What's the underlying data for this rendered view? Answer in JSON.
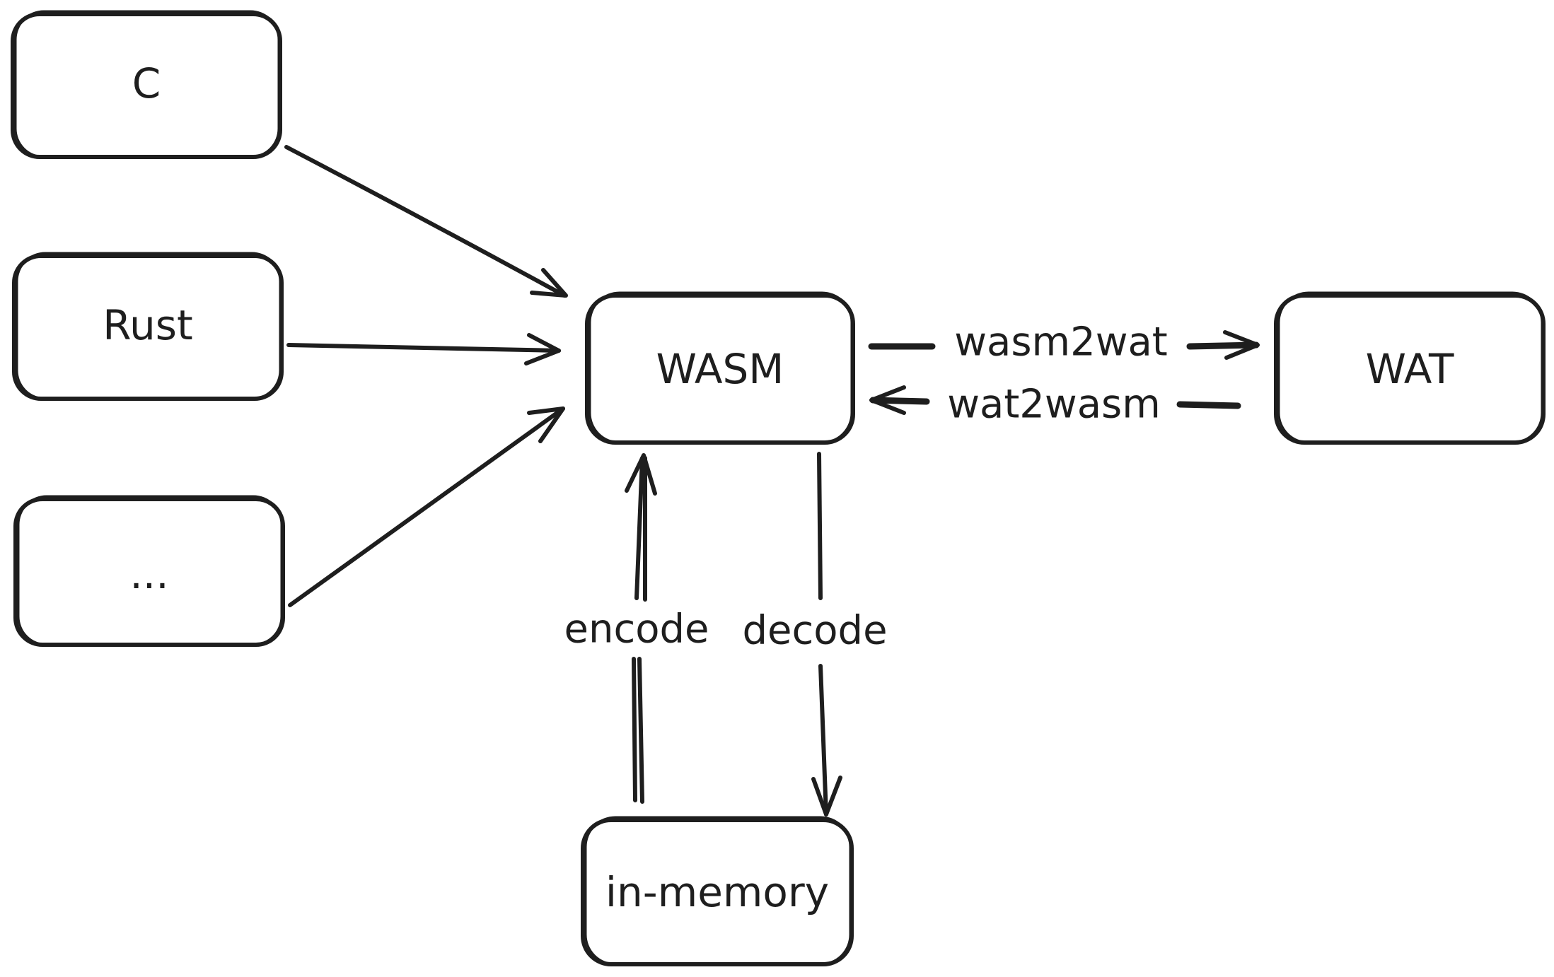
{
  "nodes": {
    "c": "C",
    "rust": "Rust",
    "other": "...",
    "wasm": "WASM",
    "wat": "WAT",
    "in_memory": "in-memory"
  },
  "edges": {
    "wasm_to_wat": "wasm2wat",
    "wat_to_wasm": "wat2wasm",
    "encode": "encode",
    "decode": "decode"
  }
}
